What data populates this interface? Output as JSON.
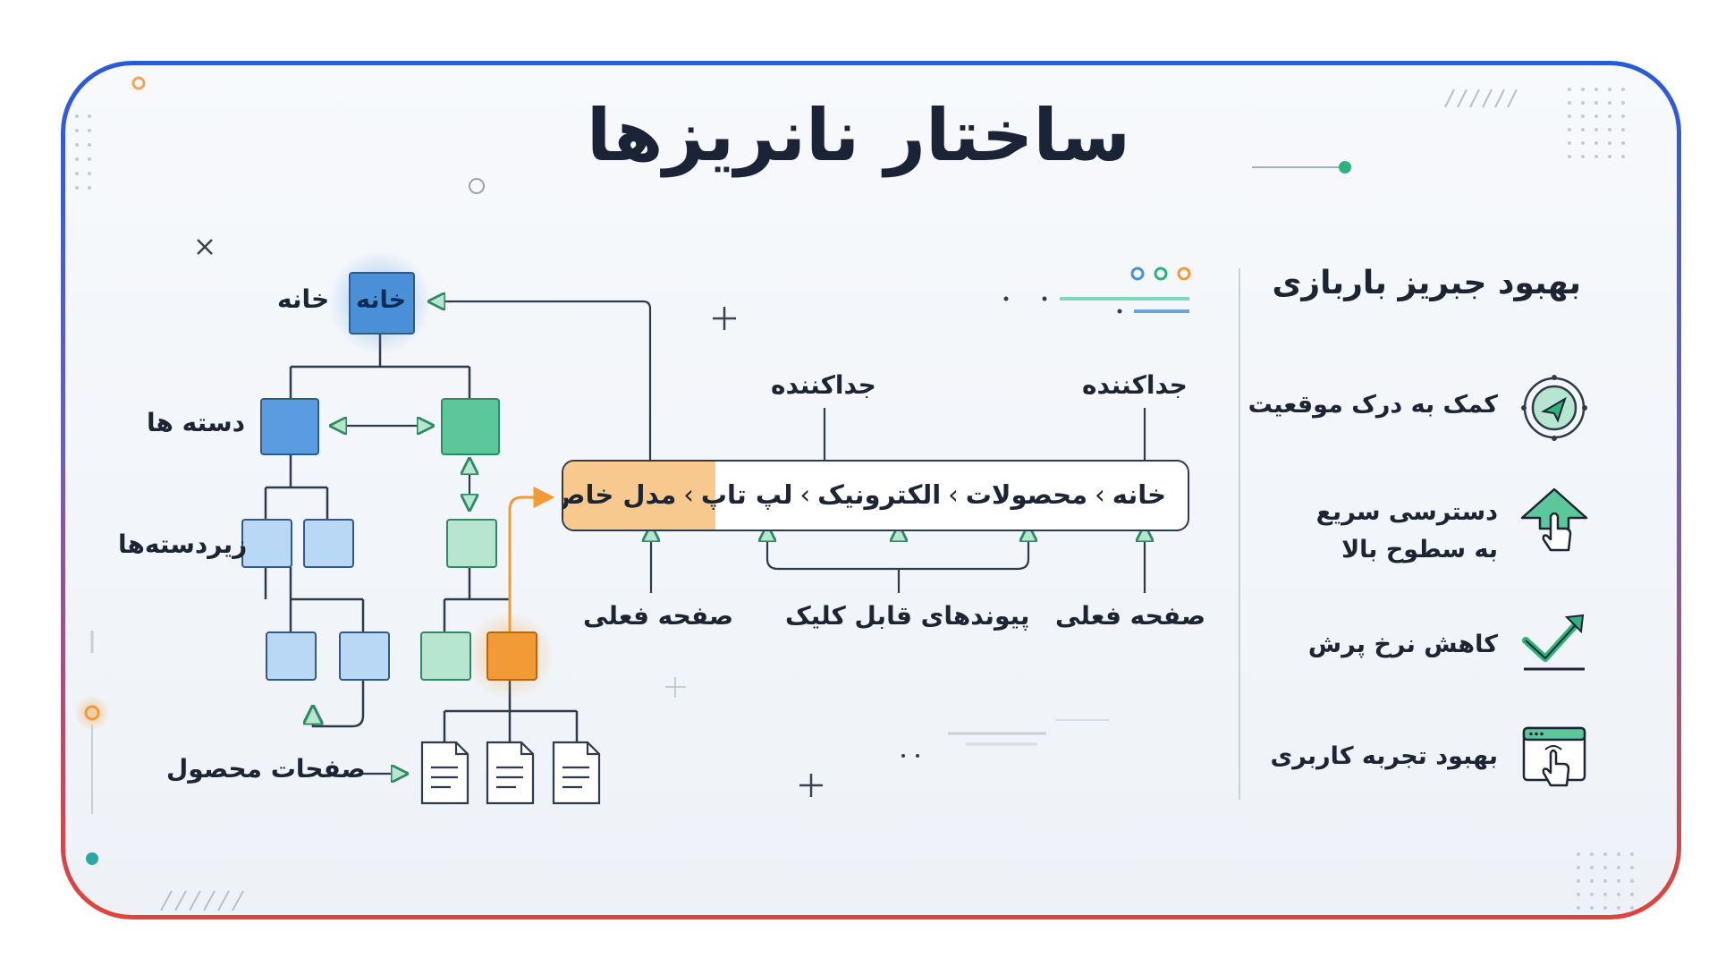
{
  "title": "ساختار نانریزها",
  "tree": {
    "home_label": "خانه",
    "home_box_text": "خانه",
    "categories_label": "دسته ها",
    "subcategories_label": "زیردسته‌ها",
    "product_pages_label": "صفحات محصول"
  },
  "breadcrumb": {
    "segments": [
      "خانه",
      "محصولات",
      "الکترونیک",
      "لپ تاپ"
    ],
    "current": "مدل خاص",
    "separator": "›",
    "separator_label_left": "جداکننده",
    "separator_label_right": "جداکننده",
    "current_page_label_left": "صفحه فعلی",
    "clickable_links_label": "پیوندهای قابل کلیک",
    "current_page_label_right": "صفحه فعلی"
  },
  "benefits": {
    "title": "بهبود جبریز باربازی",
    "items": [
      {
        "label": "کمک به درک موقعیت",
        "icon": "navigation-compass-icon"
      },
      {
        "label": "دسترسی سریع به سطوح بالا",
        "icon": "arrow-up-hand-icon"
      },
      {
        "label": "کاهش نرخ پرش",
        "icon": "checkmark-trend-icon"
      },
      {
        "label": "بهبود تجربه کاربری",
        "icon": "browser-click-icon"
      }
    ]
  },
  "colors": {
    "home_blue": "#4a90d9",
    "category_blue": "#5b9be0",
    "category_green": "#5cc79a",
    "subcategory_blue": "#b9d8f5",
    "subcategory_green": "#b6e6cf",
    "current_orange": "#f29a35",
    "accent_green": "#2fb37c"
  }
}
